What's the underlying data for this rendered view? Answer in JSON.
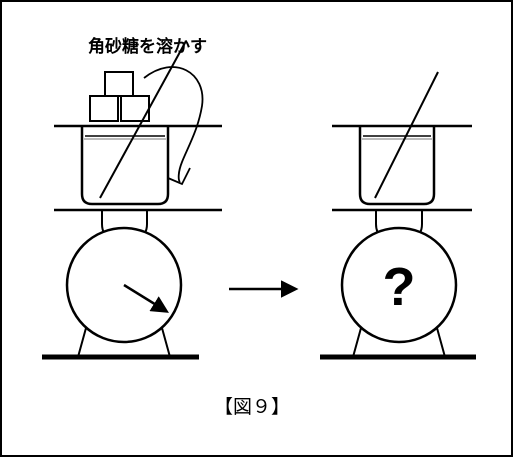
{
  "top_label": "角砂糖を溶かす",
  "unknown_reading_symbol": "?",
  "figure_caption": "【図９】",
  "colors": {
    "stroke": "#000000",
    "background": "#ffffff"
  },
  "icons": {
    "sugar_cubes": "stacked-squares",
    "pour_arrow": "curved-arrow",
    "transition_arrow": "right-arrow"
  }
}
